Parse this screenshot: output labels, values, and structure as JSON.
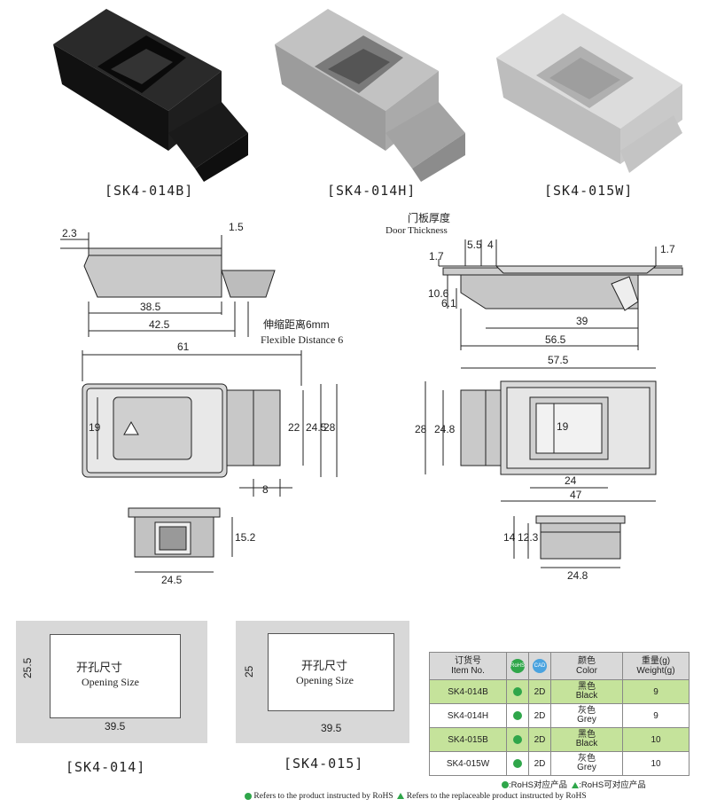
{
  "products": [
    {
      "label": "[SK4-014B]"
    },
    {
      "label": "[SK4-014H]"
    },
    {
      "label": "[SK4-015W]"
    }
  ],
  "drawing014": {
    "dims_side": {
      "d1": "2.3",
      "d2": "1.5",
      "d3": "38.5",
      "d4": "42.5"
    },
    "flex_cn": "伸缩距离6mm",
    "flex_en": "Flexible Distance  6",
    "dims_top": {
      "w": "61",
      "h1": "19",
      "h2": "22",
      "h3": "24.5",
      "h4": "28",
      "b": "8"
    },
    "dims_end": {
      "h": "15.2",
      "w": "24.5"
    }
  },
  "drawing015": {
    "door_cn": "门板厚度",
    "door_en": "Door Thickness",
    "dims_side": {
      "a": "5.5",
      "b": "4",
      "c": "1.7",
      "d": "1.7",
      "e": "10.6",
      "f": "6.1",
      "g": "39",
      "h": "56.5"
    },
    "dims_top": {
      "w": "57.5",
      "h1": "28",
      "h2": "24.8",
      "h3": "19",
      "w1": "24",
      "w2": "47"
    },
    "dims_end": {
      "h1": "14",
      "h2": "12.3",
      "w": "24.8"
    }
  },
  "openings": [
    {
      "cn": "开孔尺寸",
      "en": "Opening Size",
      "h": "25.5",
      "w": "39.5",
      "label": "[SK4-014]"
    },
    {
      "cn": "开孔尺寸",
      "en": "Opening Size",
      "h": "25",
      "w": "39.5",
      "label": "[SK4-015]"
    }
  ],
  "table": {
    "head_item_cn": "订货号",
    "head_item_en": "Item No.",
    "head_rohs": "RoHS",
    "head_cad": "CAD",
    "head_color_cn": "颜色",
    "head_color_en": "Color",
    "head_weight_cn": "重量(g)",
    "head_weight_en": "Weight(g)",
    "rows": [
      {
        "item": "SK4-014B",
        "cad": "2D",
        "color_cn": "黑色",
        "color_en": "Black",
        "weight": "9"
      },
      {
        "item": "SK4-014H",
        "cad": "2D",
        "color_cn": "灰色",
        "color_en": "Grey",
        "weight": "9"
      },
      {
        "item": "SK4-015B",
        "cad": "2D",
        "color_cn": "黑色",
        "color_en": "Black",
        "weight": "10"
      },
      {
        "item": "SK4-015W",
        "cad": "2D",
        "color_cn": "灰色",
        "color_en": "Grey",
        "weight": "10"
      }
    ]
  },
  "legend": {
    "rohs_cn": ":RoHS对应产品",
    "rohs_alt_cn": ":RoHS可对应产品",
    "rohs_en": "Refers to the product instructed by RoHS",
    "rohs_alt_en": "Refers to the replaceable product instructed by RoHS"
  },
  "colors": {
    "green": "#2fa64a",
    "highlight": "#c5e39b",
    "black_part": "#1c1c1c",
    "grey_part": "#b9b9b9",
    "white_part": "#d8d8d8"
  }
}
